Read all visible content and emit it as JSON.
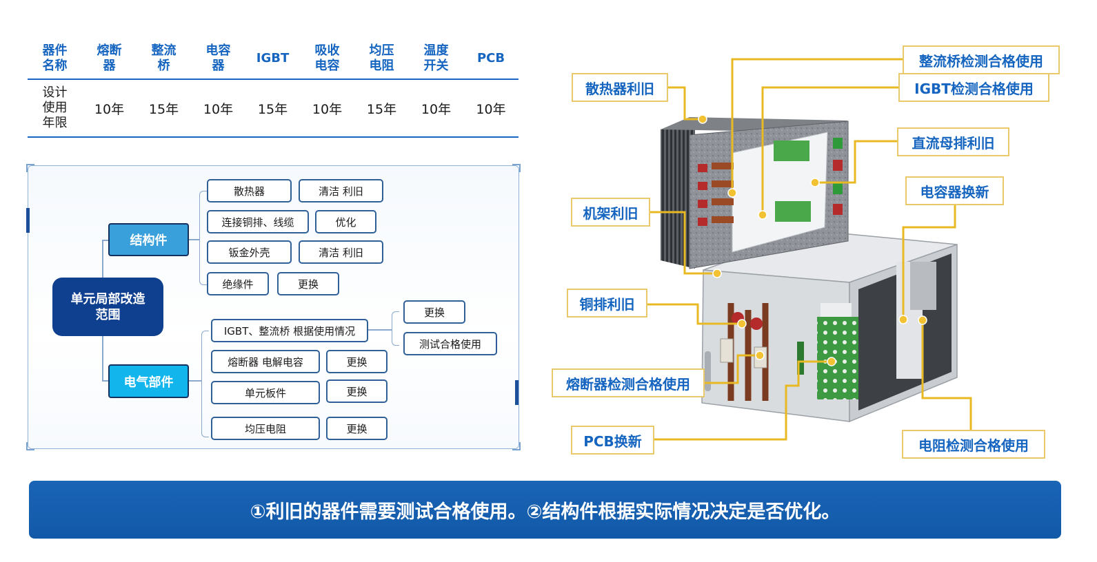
{
  "table": {
    "headers": [
      [
        "器件",
        "名称"
      ],
      [
        "熔断",
        "器"
      ],
      [
        "整流",
        "桥"
      ],
      [
        "电容",
        "器"
      ],
      [
        "IGBT"
      ],
      [
        "吸收",
        "电容"
      ],
      [
        "均压",
        "电阻"
      ],
      [
        "温度",
        "开关"
      ],
      [
        "PCB"
      ]
    ],
    "row_label": [
      "设计",
      "使用",
      "年限"
    ],
    "values": [
      "10年",
      "15年",
      "10年",
      "15年",
      "10年",
      "15年",
      "10年",
      "10年"
    ]
  },
  "mindmap": {
    "root": [
      "单元局部改造",
      "范围"
    ],
    "structural": {
      "label": "结构件",
      "items": [
        {
          "name": "散热器",
          "action": "清洁 利旧"
        },
        {
          "name": "连接铜排、线缆",
          "action": "优化"
        },
        {
          "name": "钣金外壳",
          "action": "清洁 利旧"
        },
        {
          "name": "绝缘件",
          "action": "更换"
        }
      ]
    },
    "electrical": {
      "label": "电气部件",
      "items": [
        {
          "name": "IGBT、整流桥 根据使用情况",
          "actions": [
            "更换",
            "测试合格使用"
          ]
        },
        {
          "name": "熔断器 电解电容",
          "action": "更换"
        },
        {
          "name": "单元板件",
          "action": "更换"
        },
        {
          "name": "均压电阻",
          "action": "更换"
        }
      ]
    }
  },
  "callouts": {
    "heatsink": "散热器利旧",
    "rectifier": "整流桥检测合格使用",
    "igbt": "IGBT检测合格使用",
    "dc_bus": "直流母排利旧",
    "capacitor": "电容器换新",
    "frame": "机架利旧",
    "copper": "铜排利旧",
    "fuse": "熔断器检测合格使用",
    "pcb": "PCB换新",
    "resistor": "电阻检测合格使用"
  },
  "banner": "①利旧的器件需要测试合格使用。②结构件根据实际情况决定是否优化。",
  "colors": {
    "primary_blue": "#1565c0",
    "dark_blue": "#0f3f8f",
    "callout_border": "#e9c96a",
    "leader_gold": "#e8b923",
    "cat_structural": "#3aa0dc",
    "cat_electrical": "#12b6ec"
  }
}
